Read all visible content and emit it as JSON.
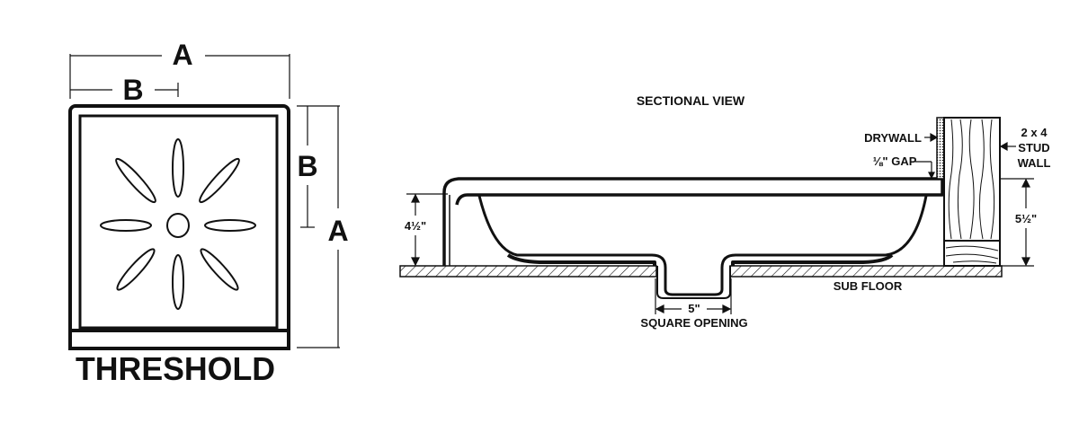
{
  "plan": {
    "dim_a_top": "A",
    "dim_b_top": "B",
    "dim_b_right": "B",
    "dim_a_right": "A",
    "threshold": "THRESHOLD"
  },
  "section": {
    "title": "SECTIONAL VIEW",
    "drywall": "DRYWALL",
    "gap": "⅛\" GAP",
    "stud_wall_line1": "2 x 4",
    "stud_wall_line2": "STUD",
    "stud_wall_line3": "WALL",
    "height_left": "4½\"",
    "height_right": "5½\"",
    "sub_floor": "SUB FLOOR",
    "opening_width": "5\"",
    "square_opening": "SQUARE OPENING"
  },
  "colors": {
    "ink": "#111111",
    "wood": "#d9d9d9"
  }
}
